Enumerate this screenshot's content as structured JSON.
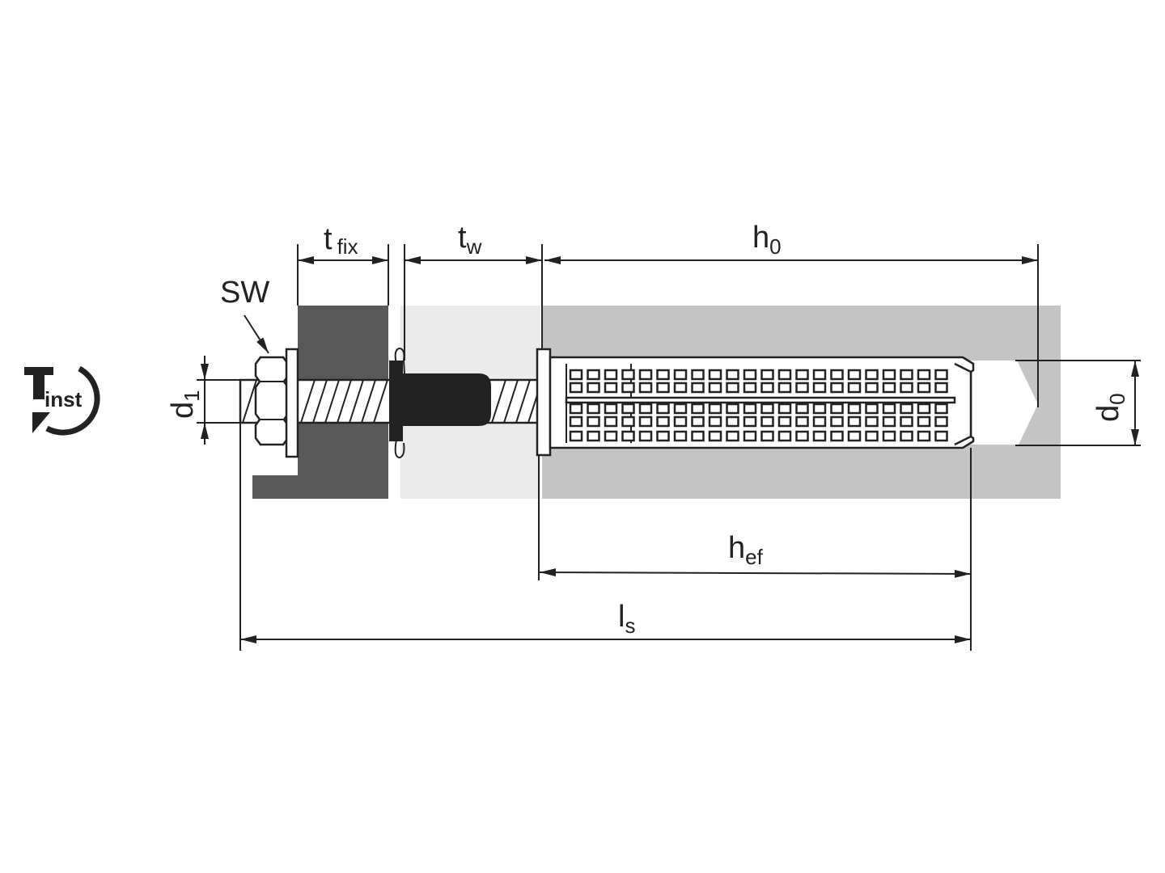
{
  "labels": {
    "t_fix": {
      "main": "t",
      "sub": "fix"
    },
    "t_w": {
      "main": "t",
      "sub": "w"
    },
    "h_0": {
      "main": "h",
      "sub": "0"
    },
    "sw": "SW",
    "h_ef": {
      "main": "h",
      "sub": "ef"
    },
    "l_s": {
      "main": "l",
      "sub": "s"
    },
    "d_1": {
      "main": "d",
      "sub": "1"
    },
    "d_0": {
      "main": "d",
      "sub": "0"
    }
  },
  "logo": {
    "main": "T",
    "sub": "inst"
  },
  "colors": {
    "fixture": "#595959",
    "insulation": "#ebebeb",
    "base": "#c4c4c4",
    "sleeve": "#222222"
  }
}
